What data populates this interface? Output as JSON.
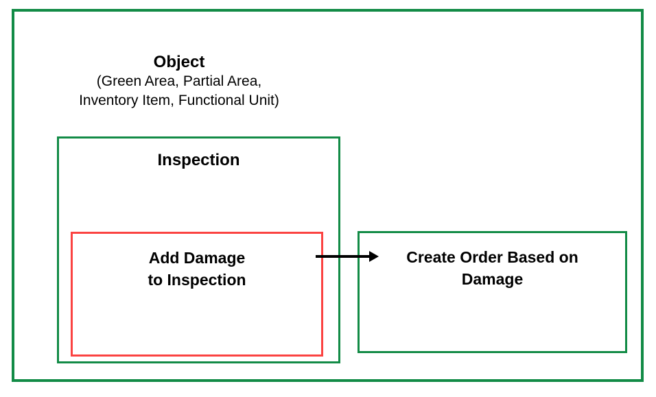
{
  "colors": {
    "green": "#128B46",
    "red": "#FB4341",
    "black": "#000000",
    "background": "#FFFFFF"
  },
  "diagram": {
    "object_box": {
      "title": "Object",
      "subtitle_line1": "(Green Area, Partial Area,",
      "subtitle_line2": "Inventory Item, Functional Unit)"
    },
    "inspection_box": {
      "label": "Inspection"
    },
    "add_damage_box": {
      "label_line1": "Add Damage",
      "label_line2": "to Inspection"
    },
    "create_order_box": {
      "label_line1": "Create Order Based on",
      "label_line2": "Damage"
    },
    "arrow": {
      "direction": "right",
      "from": "add_damage_box",
      "to": "create_order_box"
    }
  }
}
